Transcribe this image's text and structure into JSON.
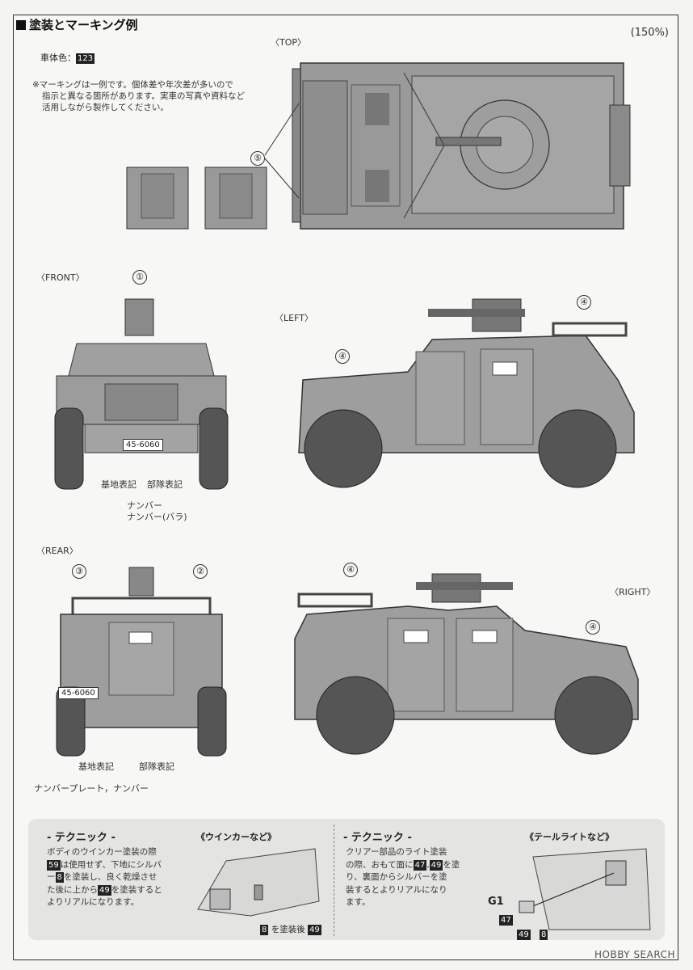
{
  "header": {
    "title": "塗装とマーキング例",
    "scale": "(150%)"
  },
  "bodycolor": {
    "label": "車体色：",
    "code": "123"
  },
  "note": {
    "lines": [
      "※マーキングは一例です。個体差や年次差が多いので",
      "指示と異なる箇所があります。実車の写真や資料など",
      "活用しながら製作してください。"
    ]
  },
  "views": {
    "top": "〈TOP〉",
    "front": "〈FRONT〉",
    "left": "〈LEFT〉",
    "rear": "〈REAR〉",
    "right": "〈RIGHT〉"
  },
  "markers": {
    "m1": "①",
    "m2": "②",
    "m3": "③",
    "m4": "④",
    "m5": "⑤"
  },
  "plates": {
    "front": "45-6060",
    "rear": "45-6060"
  },
  "labels": {
    "base": "基地表記",
    "unit": "部隊表記",
    "number": "ナンバー",
    "number_loose": "ナンバー(バラ)",
    "base_rear": "基地表記",
    "unit_rear": "部隊表記",
    "plate_rear": "ナンバープレート，ナンバー"
  },
  "tech1": {
    "heading": "- テクニック -",
    "line1": "ボディのウインカー塗装の際",
    "badge_a": "59",
    "line2": "は使用せず、下地にシルバ",
    "line3a": "ー",
    "badge_b": "8",
    "line3b": "を塗装し、良く乾燥させ",
    "line4a": "た後に上から",
    "badge_c": "49",
    "line4b": "を塗装すると",
    "line5": "よりリアルになります。",
    "sub": "《ウインカーなど》",
    "cap_a": "8",
    "cap_mid": "を塗装後",
    "cap_b": "49"
  },
  "tech2": {
    "heading": "- テクニック -",
    "line1": "クリアー部品のライト塗装",
    "line2a": "の際、おもて面に",
    "badge_a": "47",
    "sep": ",",
    "badge_b": "49",
    "line2b": "を塗",
    "line3": "り、裏面からシルバーを塗",
    "line4": "装するとよりリアルになり",
    "line5": "ます。",
    "sub": "《テールライトなど》",
    "part": "G1",
    "c1": "47",
    "c2": "49",
    "c3": "8"
  },
  "watermark": "HOBBY SEARCH"
}
